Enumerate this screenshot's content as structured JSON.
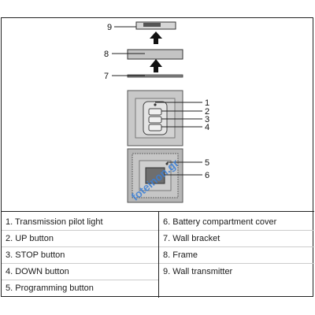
{
  "callouts": {
    "c1": "1",
    "c2": "2",
    "c3": "3",
    "c4": "4",
    "c5": "5",
    "c6": "6",
    "c7": "7",
    "c8": "8",
    "c9": "9"
  },
  "watermark": "foteinon.gr",
  "legend": {
    "left": [
      "1. Transmission pilot light",
      "2. UP button",
      "3. STOP button",
      "4. DOWN button",
      "5. Programming button"
    ],
    "right": [
      "6. Battery compartment cover",
      "7. Wall bracket",
      "8. Frame",
      "9. Wall transmitter"
    ]
  },
  "colors": {
    "device_gray": "#c8c8c8",
    "device_dark": "#8a8a8a",
    "watermark_blue": "#3a7fd6"
  }
}
